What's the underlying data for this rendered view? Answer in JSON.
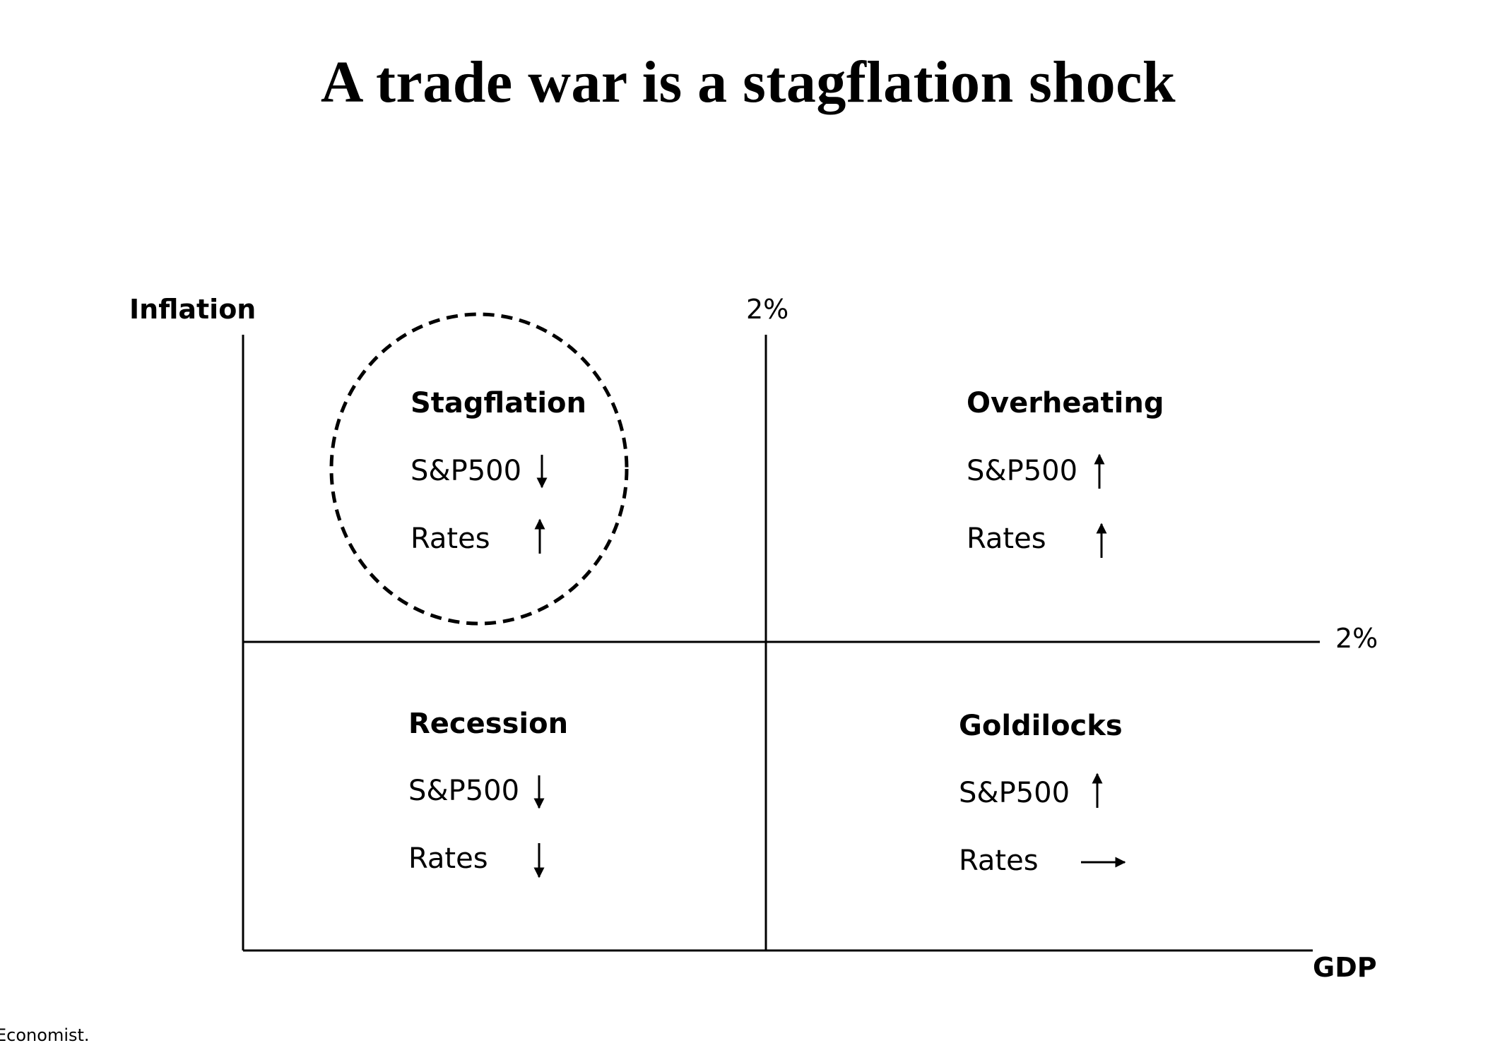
{
  "title": "A trade war is a stagflation shock",
  "axes": {
    "y_label": "Inflation",
    "x_label": "GDP",
    "y_threshold": "2%",
    "x_threshold": "2%"
  },
  "quadrants": {
    "stagflation": {
      "title": "Stagflation",
      "rows": [
        {
          "label": "S&P500",
          "direction": "down"
        },
        {
          "label": "Rates",
          "direction": "up"
        }
      ],
      "highlighted": true
    },
    "overheating": {
      "title": "Overheating",
      "rows": [
        {
          "label": "S&P500",
          "direction": "up"
        },
        {
          "label": "Rates",
          "direction": "up"
        }
      ]
    },
    "recession": {
      "title": "Recession",
      "rows": [
        {
          "label": "S&P500",
          "direction": "down"
        },
        {
          "label": "Rates",
          "direction": "down"
        }
      ]
    },
    "goldilocks": {
      "title": "Goldilocks",
      "rows": [
        {
          "label": "S&P500",
          "direction": "up"
        },
        {
          "label": "Rates",
          "direction": "right"
        }
      ]
    }
  },
  "source": "Economist."
}
